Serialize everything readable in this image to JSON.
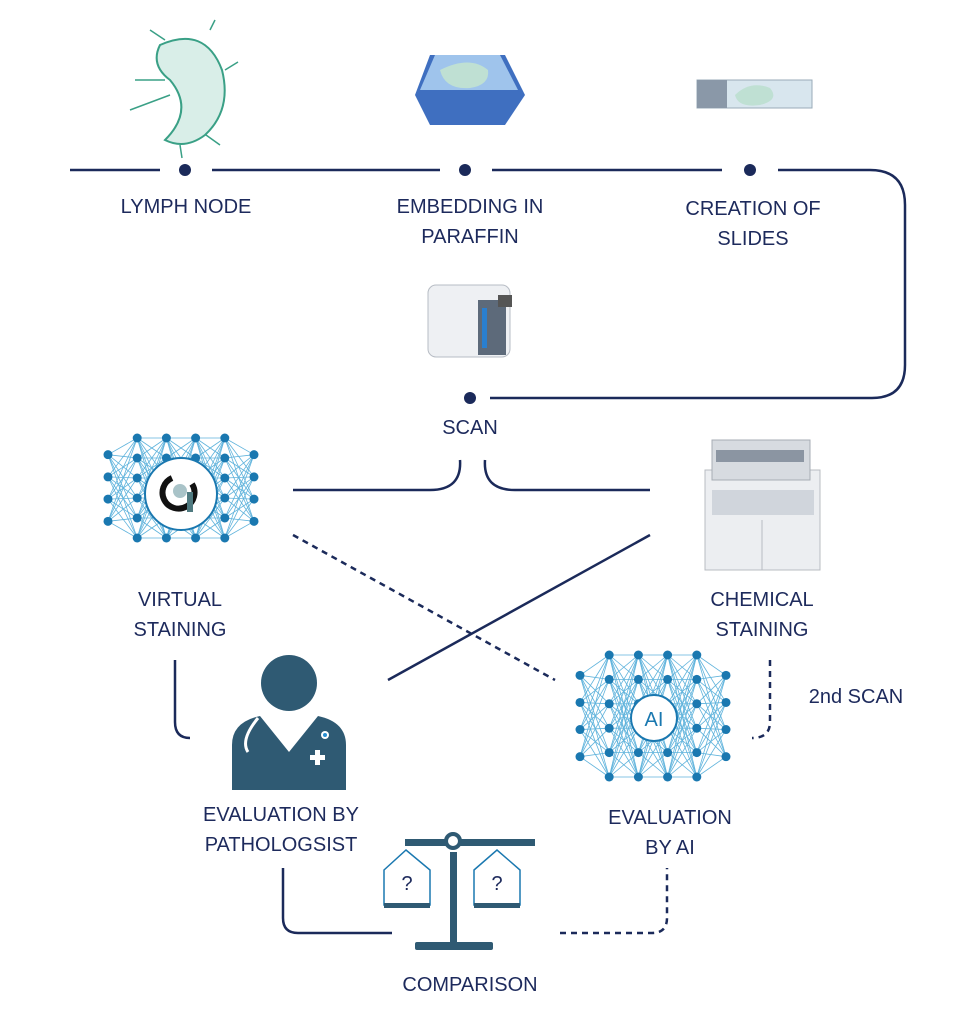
{
  "steps": {
    "lymph_node": "LYMPH NODE",
    "embedding": [
      "EMBEDDING IN",
      "PARAFFIN"
    ],
    "slides": [
      "CREATION OF",
      "SLIDES"
    ],
    "scan": "SCAN",
    "virtual": [
      "VIRTUAL",
      "STAINING"
    ],
    "chemical": [
      "CHEMICAL",
      "STAINING"
    ],
    "second_scan": "2nd SCAN",
    "pathologist": [
      "EVALUATION BY",
      "PATHOLOGSIST"
    ],
    "ai": [
      "EVALUATION",
      "BY AI"
    ],
    "comparison": "COMPARISON",
    "ai_badge": "AI",
    "question": "?"
  },
  "colors": {
    "line": "#1b2a5a",
    "network": "#1a78b0",
    "network_edge": "#5fb3dc",
    "icon": "#2f5a73",
    "tissue": "#cfe6e0"
  }
}
